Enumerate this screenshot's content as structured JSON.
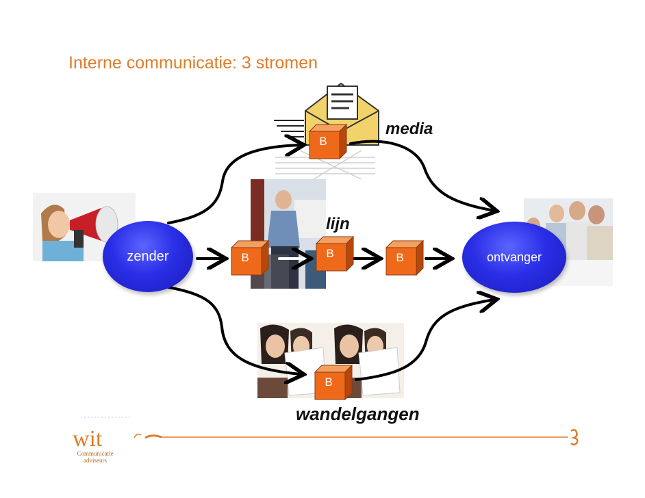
{
  "title": "Interne communicatie: 3 stromen",
  "sender": {
    "label": "zender"
  },
  "receiver": {
    "label": "ontvanger"
  },
  "channels": {
    "media": "media",
    "lijn": "lijn",
    "wandelgangen": "wandelgangen"
  },
  "boxes": {
    "label": "B"
  },
  "logo": {
    "wordmark": "wit",
    "subtitle_line1": "Communicatie",
    "subtitle_line2": "adviseurs"
  },
  "colors": {
    "title": "#e07b2a",
    "oval": "#2a2ee6",
    "cube_front": "#ee6a1a",
    "cube_top": "#f4a060",
    "cube_side": "#b8470c",
    "footer_line": "#e07b2a"
  }
}
